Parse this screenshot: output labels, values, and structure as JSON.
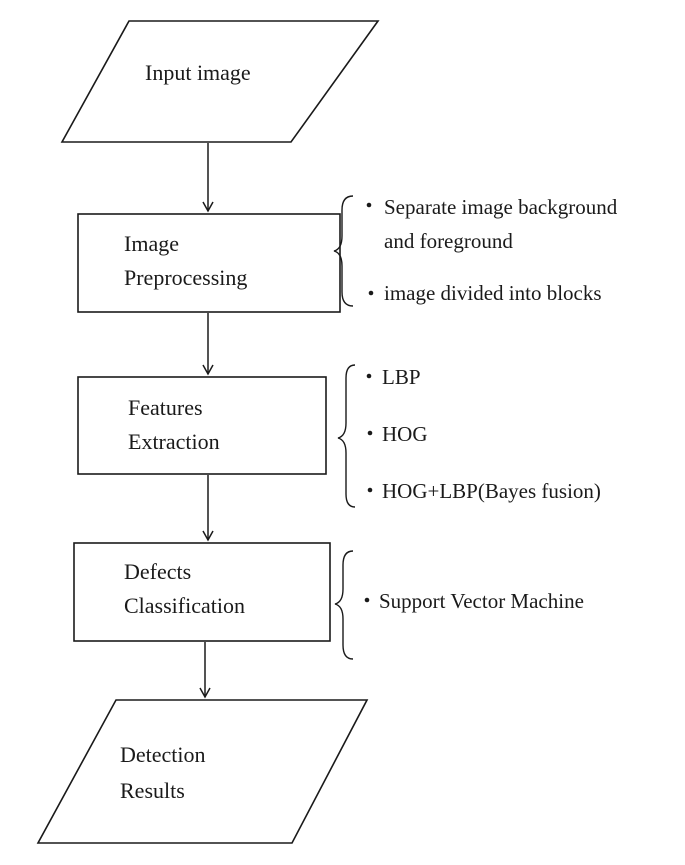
{
  "nodes": {
    "input": {
      "shape": "parallelogram",
      "lines": [
        "Input image"
      ]
    },
    "preprocessing": {
      "shape": "rectangle",
      "lines": [
        "Image",
        "Preprocessing"
      ]
    },
    "extraction": {
      "shape": "rectangle",
      "lines": [
        "Features",
        "Extraction"
      ]
    },
    "classification": {
      "shape": "rectangle",
      "lines": [
        "Defects",
        "Classification"
      ]
    },
    "results": {
      "shape": "parallelogram",
      "lines": [
        "Detection",
        "Results"
      ]
    }
  },
  "annotations": {
    "preprocessing": [
      "Separate image background",
      "and foreground",
      "image divided into blocks"
    ],
    "extraction": [
      "LBP",
      "HOG",
      "HOG+LBP(Bayes fusion)"
    ],
    "classification": [
      "Support Vector Machine"
    ]
  },
  "edges": [
    {
      "from": "input",
      "to": "preprocessing"
    },
    {
      "from": "preprocessing",
      "to": "extraction"
    },
    {
      "from": "extraction",
      "to": "classification"
    },
    {
      "from": "classification",
      "to": "results"
    }
  ]
}
